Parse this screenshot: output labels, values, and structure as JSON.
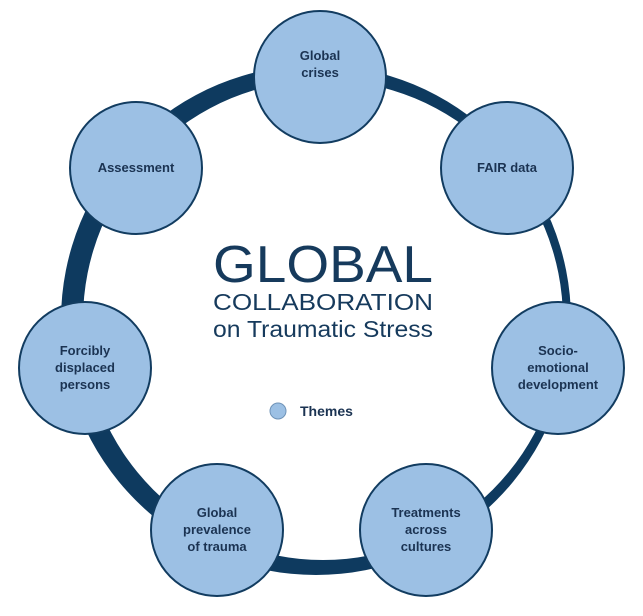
{
  "title": {
    "line1": "GLOBAL",
    "line2": "COLLABORATION",
    "line3": "on Traumatic Stress"
  },
  "legend": {
    "label": "Themes"
  },
  "colors": {
    "ring": "#0e3a5f",
    "node_fill": "#9cc0e4",
    "node_stroke": "#123c60",
    "text": "#1b3352"
  },
  "themes": [
    {
      "lines": [
        "Global",
        "crises"
      ]
    },
    {
      "lines": [
        "FAIR data"
      ]
    },
    {
      "lines": [
        "Socio-",
        "emotional",
        "development"
      ]
    },
    {
      "lines": [
        "Treatments",
        "across",
        "cultures"
      ]
    },
    {
      "lines": [
        "Global",
        "prevalence",
        "of trauma"
      ]
    },
    {
      "lines": [
        "Forcibly",
        "displaced",
        "persons"
      ]
    },
    {
      "lines": [
        "Assessment"
      ]
    }
  ]
}
